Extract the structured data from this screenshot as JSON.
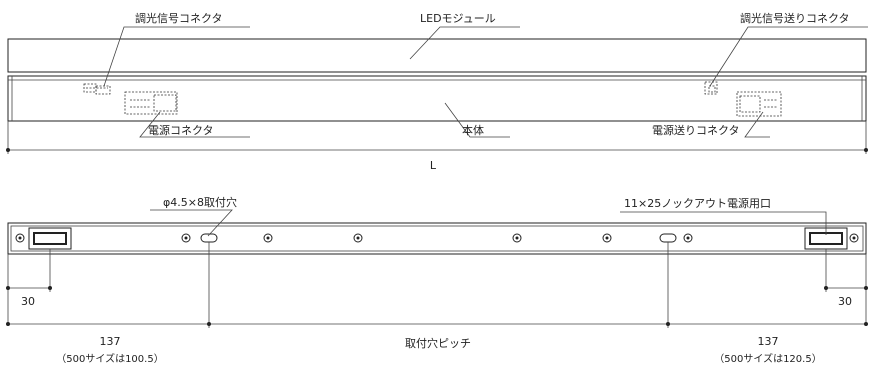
{
  "labels": {
    "dimming_connector": "調光信号コネクタ",
    "led_module": "LEDモジュール",
    "dimming_pass_connector": "調光信号送りコネクタ",
    "power_connector": "電源コネクタ",
    "body": "本体",
    "power_pass_connector": "電源送りコネクタ",
    "length": "L",
    "mounting_hole": "φ4.5×8取付穴",
    "knockout": "11×25ノックアウト電源用口",
    "dim_left_30": "30",
    "dim_right_30": "30",
    "dim_left_137": "137",
    "dim_left_note": "（500サイズは100.5）",
    "dim_pitch": "取付穴ピッチ",
    "dim_right_137": "137",
    "dim_right_note": "（500サイズは120.5）"
  }
}
